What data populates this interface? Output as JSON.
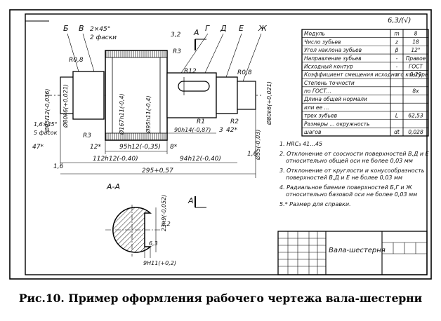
{
  "caption": "Рис.10. Пример оформления рабочего чертежа вала-шестерни",
  "roughness_mark": "6,3/(√)",
  "view_labels": {
    "b": "Б",
    "v": "В",
    "g": "Г",
    "d": "Д",
    "e": "Е",
    "zh": "Ж",
    "a_top": "А",
    "a_bottom": "А",
    "section": "А-А"
  },
  "dimensions": {
    "chamfer_a": "2×45°",
    "chamfer_b": "2 фаски",
    "r08_left": "R0,8",
    "r3_top": "R3",
    "r12": "R12",
    "r1": "R1",
    "r2": "R2",
    "r08_right": "R0,8",
    "rough_32_top": "3,2",
    "d95_left": "Ø95f12(-0,036)",
    "d80_left": "Ø80k6(+0,021)",
    "d167": "Ø167h11(-0,4)",
    "d95_gear": "Ø95h11(-0,4)",
    "d80_right": "Ø80k6(+0,021)",
    "d55": "Ø55(-0,03)",
    "chamfer_16": "1,6×45°",
    "chamfer_5": "5 фасок",
    "r3_bottom": "R3",
    "dim_47": "47*",
    "dim_12": "12*",
    "dim_95h12": "95h12(-0,35)",
    "dim_8": "8*",
    "dim_90h14": "90h14(-0,87)",
    "dim_3": "3",
    "dim_42": "42*",
    "dim_112": "112h12(-0,40)",
    "dim_94": "94h12(-0,40)",
    "dim_295": "295+0,57",
    "rough_16_left": "1,6",
    "rough_16_right": "1,6",
    "sec_23": "23h9(-0,052)",
    "sec_32": "3,2",
    "sec_63": "6,3",
    "sec_9n11": "9H11(+0,2)"
  },
  "table": {
    "rows": [
      {
        "param": "Модуль",
        "sym": "m",
        "val": "8"
      },
      {
        "param": "Число зубьев",
        "sym": "z",
        "val": "18"
      },
      {
        "param": "Угол наклона зубьев",
        "sym": "β",
        "val": "12°"
      },
      {
        "param": "Направление зубьев",
        "sym": "-",
        "val": "Правое"
      },
      {
        "param": "Исходный контур",
        "sym": "-",
        "val": "ГОСТ"
      },
      {
        "param": "Коэффициент смещения исходного контура",
        "sym": "x",
        "val": "0,29"
      },
      {
        "param": "Степень точности",
        "sym": "",
        "val": ""
      },
      {
        "param": "по ГОСТ...",
        "sym": "",
        "val": "8x"
      },
      {
        "param": "Длина общей нормали",
        "sym": "",
        "val": ""
      },
      {
        "param": "или ее ...",
        "sym": "",
        "val": ""
      },
      {
        "param": "трех зубьев",
        "sym": "L",
        "val": "62,53"
      },
      {
        "param": "Размеры ... окружность",
        "sym": "",
        "val": ""
      },
      {
        "param": "шагов",
        "sym": "dt",
        "val": "0,028"
      }
    ]
  },
  "notes": [
    "1. HRC₃ 41...45",
    "2. Отклонение от соосности поверхностей В,Д и Е относительно общей оси не более 0,03 мм",
    "3. Отклонение от круглости и конусообразность поверхностей В,Д и Е не более 0,03 мм",
    "4. Радиальное биение поверхностей Б,Г и Ж относительно базовой оси не более 0,03 мм",
    "5.* Размер для справки."
  ],
  "title_block": {
    "name": "Вала-шестерня"
  }
}
